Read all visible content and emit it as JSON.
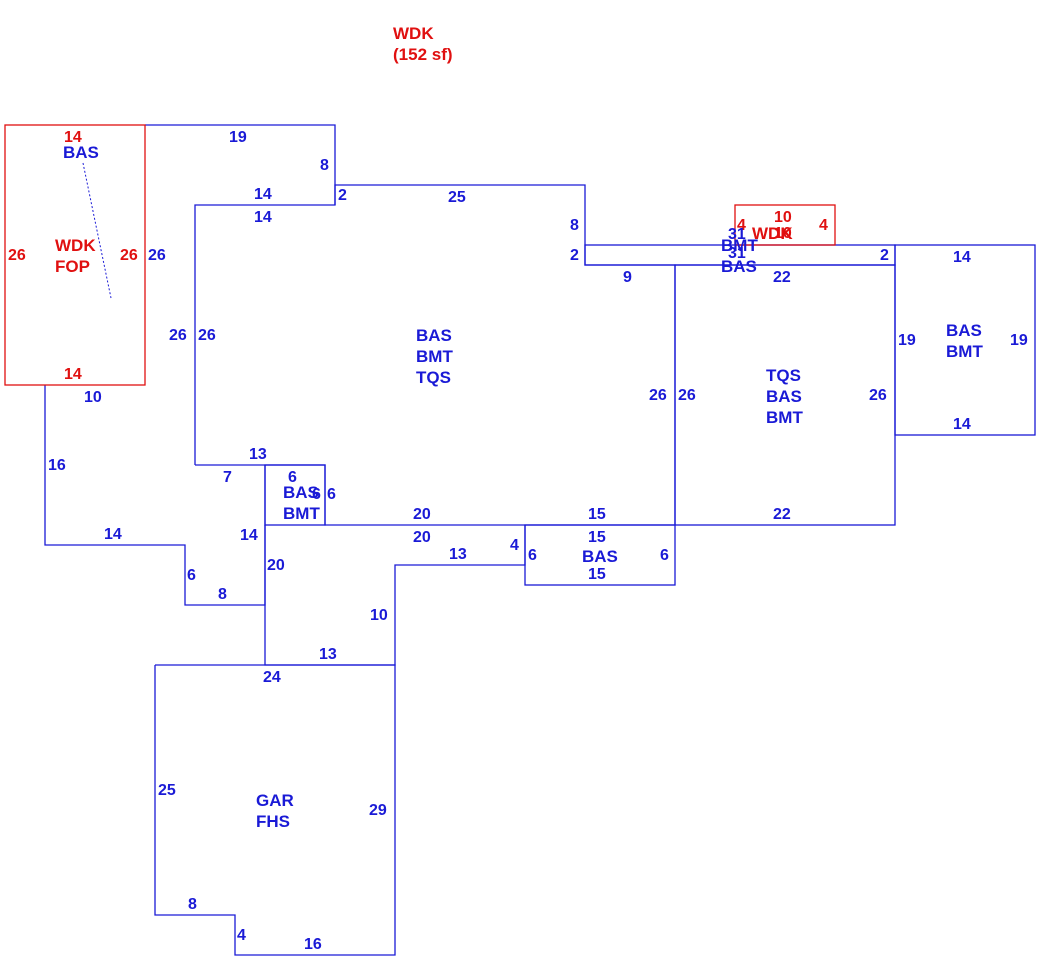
{
  "colors": {
    "area": "#1a1ad6",
    "deck": "#e01010",
    "background": "#ffffff"
  },
  "header": {
    "line1": "WDK",
    "line2": "(152 sf)"
  },
  "areas": {
    "wdk_fop": {
      "line1": "WDK",
      "line2": "FOP"
    },
    "bas_top": "BAS",
    "main": {
      "line1": "BAS",
      "line2": "BMT",
      "line3": "TQS"
    },
    "right_mid": {
      "line1": "TQS",
      "line2": "BAS",
      "line3": "BMT"
    },
    "far_right": {
      "line1": "BAS",
      "line2": "BMT"
    },
    "small_center": {
      "line1": "BAS",
      "line2": "BMT"
    },
    "lower_bas": "BAS",
    "garage": {
      "line1": "GAR",
      "line2": "FHS"
    },
    "strip": {
      "line1": "BMT",
      "line2": "BAS"
    },
    "small_deck": "WDK"
  },
  "dims": {
    "d01": "14",
    "d02": "26",
    "d03": "26",
    "d04": "14",
    "d05": "19",
    "d06": "8",
    "d07": "14",
    "d08": "2",
    "d09": "25",
    "d10": "14",
    "d11": "26",
    "d12": "26",
    "d13": "26",
    "d14": "10",
    "d15": "16",
    "d16": "13",
    "d17": "7",
    "d18": "6",
    "d19": "6",
    "d20": "6",
    "d21": "14",
    "d22": "14",
    "d23": "6",
    "d24": "8",
    "d25": "20",
    "d26": "20",
    "d27": "20",
    "d28": "8",
    "d29": "2",
    "d30": "9",
    "d31": "26",
    "d32": "26",
    "d33": "15",
    "d34": "15",
    "d35": "6",
    "d36": "6",
    "d37": "15",
    "d38": "4",
    "d39": "13",
    "d40": "10",
    "d41": "13",
    "d42": "24",
    "d43": "25",
    "d44": "29",
    "d45": "8",
    "d46": "4",
    "d47": "16",
    "d48": "31",
    "d49": "31",
    "d50": "22",
    "d51": "2",
    "d52": "26",
    "d53": "22",
    "d54": "14",
    "d55": "19",
    "d56": "19",
    "d57": "14",
    "d58": "10",
    "d59": "4",
    "d60": "4",
    "d61": "10"
  }
}
